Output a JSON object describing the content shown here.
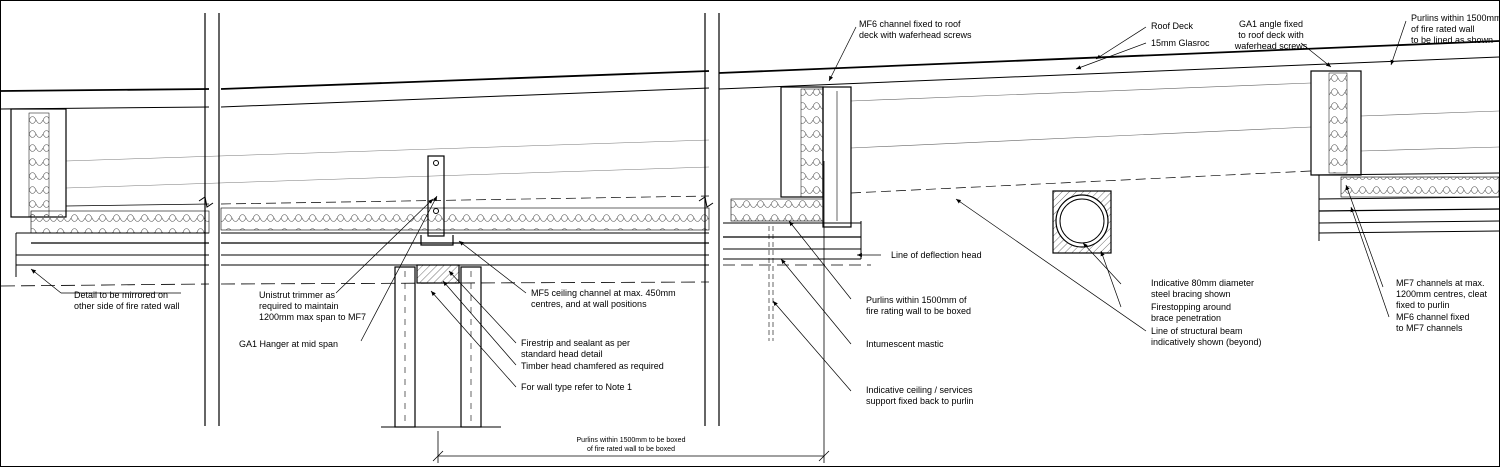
{
  "labels": {
    "mirrored": "Detail to be mirrored on\nother side of fire rated wall",
    "unistrut": "Unistrut trimmer as\nrequired to maintain\n1200mm max span to MF7",
    "ga1_hanger": "GA1 Hanger at mid span",
    "mf5": "MF5 ceiling channel at max. 450mm\ncentres, and at wall positions",
    "firestrip": "Firestrip and sealant as per\nstandard head detail",
    "timber": "Timber head chamfered as required",
    "wall_type": "For wall type refer to Note 1",
    "purlins_boxed_dim": "Purlins within 1500mm to be boxed\nof fire rated wall to be boxed",
    "mf6_top": "MF6 channel fixed to roof\ndeck with waferhead screws",
    "roof_deck": "Roof Deck",
    "glasroc": "15mm Glasroc",
    "ga1_angle": "GA1 angle fixed\nto roof deck with\nwaferhead screws",
    "purlins_lined": "Purlins within 1500mm\nof fire rated wall\nto be lined as shown",
    "deflection": "Line of deflection head",
    "purlins_boxed": "Purlins within 1500mm of\nfire rating wall to be boxed",
    "intumescent": "Intumescent mastic",
    "ceiling_support": "Indicative ceiling / services\nsupport fixed back to purlin",
    "bracing": "Indicative 80mm diameter\nsteel bracing shown",
    "firestopping": "Firestopping around\nbrace penetration",
    "beam": "Line of structural beam\nindicatively shown (beyond)",
    "mf7": "MF7 channels at max.\n1200mm centres, cleat\nfixed to purlin",
    "mf6_bottom": "MF6 channel fixed\nto MF7 channels"
  }
}
